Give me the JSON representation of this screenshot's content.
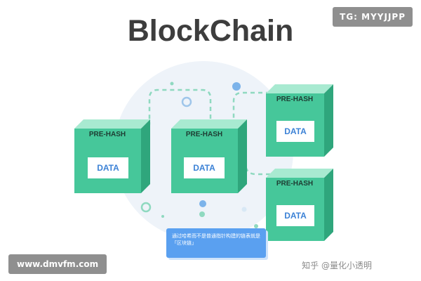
{
  "title": "BlockChain",
  "top_badge": "TG: MYYJJPP",
  "blocks": [
    {
      "header": "PRE-HASH",
      "body": "DATA"
    },
    {
      "header": "PRE-HASH",
      "body": "DATA"
    },
    {
      "header": "PRE-HASH",
      "body": "DATA"
    },
    {
      "header": "PRE-HASH",
      "body": "DATA"
    }
  ],
  "note": "通过哈希而不是普通指针构建的链表就是「区块链」",
  "watermark": "www.dmvfm.com",
  "credit": "知乎 @量化小透明",
  "colors": {
    "cube_front": "#46c79a",
    "cube_top": "#a8ead1",
    "cube_side": "#2fa67c",
    "data_box": "#ffffff",
    "data_text": "#3c82d6",
    "arrow": "#8fd9c0",
    "bubble": "#eef3f9",
    "note_bg": "#5aa0f0"
  }
}
